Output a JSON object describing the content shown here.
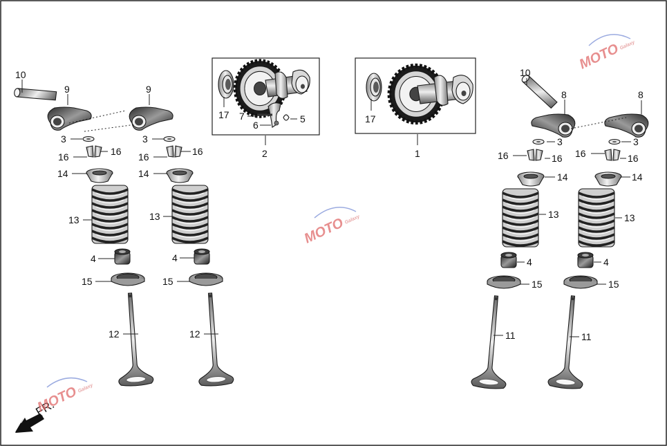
{
  "diagram": {
    "direction_label": "FR.",
    "watermark": {
      "text": "MOTO",
      "subtext": "Galaxy"
    },
    "callouts": [
      {
        "id": "10",
        "text": "10"
      },
      {
        "id": "9",
        "text": "9"
      },
      {
        "id": "3",
        "text": "3"
      },
      {
        "id": "16",
        "text": "16"
      },
      {
        "id": "14",
        "text": "14"
      },
      {
        "id": "13",
        "text": "13"
      },
      {
        "id": "4",
        "text": "4"
      },
      {
        "id": "15",
        "text": "15"
      },
      {
        "id": "12",
        "text": "12"
      },
      {
        "id": "17",
        "text": "17"
      },
      {
        "id": "7",
        "text": "7"
      },
      {
        "id": "6",
        "text": "6"
      },
      {
        "id": "5",
        "text": "5"
      },
      {
        "id": "2",
        "text": "2"
      },
      {
        "id": "1",
        "text": "1"
      },
      {
        "id": "8",
        "text": "8"
      },
      {
        "id": "11",
        "text": "11"
      }
    ]
  }
}
